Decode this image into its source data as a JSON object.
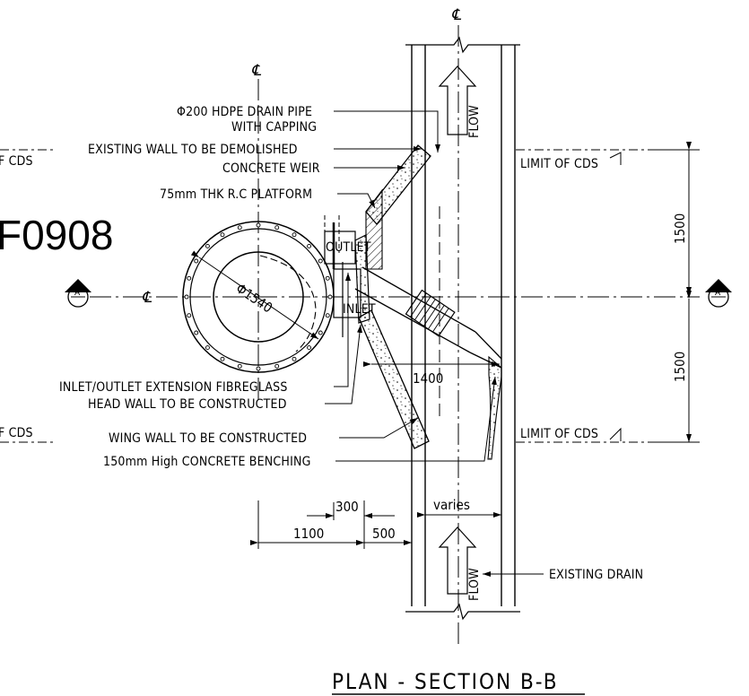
{
  "drawing_id": "F0908",
  "title": "PLAN - SECTION B-B",
  "centerline_symbol": "℄",
  "section_marker": "A",
  "labels": {
    "drain_pipe_1": "Φ200 HDPE DRAIN PIPE",
    "drain_pipe_2": "WITH CAPPING",
    "existing_wall": "EXISTING WALL TO BE DEMOLISHED",
    "weir": "CONCRETE WEIR",
    "platform": "75mm THK R.C PLATFORM",
    "inlet_outlet_ext": "INLET/OUTLET EXTENSION FIBREGLASS",
    "headwall": "HEAD WALL TO BE CONSTRUCTED",
    "wing_wall": "WING WALL TO BE CONSTRUCTED",
    "benching": "150mm High CONCRETE BENCHING",
    "existing_drain": "EXISTING DRAIN",
    "limit_cds_left": "F CDS",
    "limit_cds_right": "LIMIT OF CDS",
    "outlet": "OUTLET",
    "inlet": "INLET",
    "flow": "FLOW"
  },
  "dimensions": {
    "diameter": "Φ1540",
    "d1500": "1500",
    "d1400": "1400",
    "d300": "300",
    "d1100": "1100",
    "d500": "500",
    "varies": "varies"
  }
}
